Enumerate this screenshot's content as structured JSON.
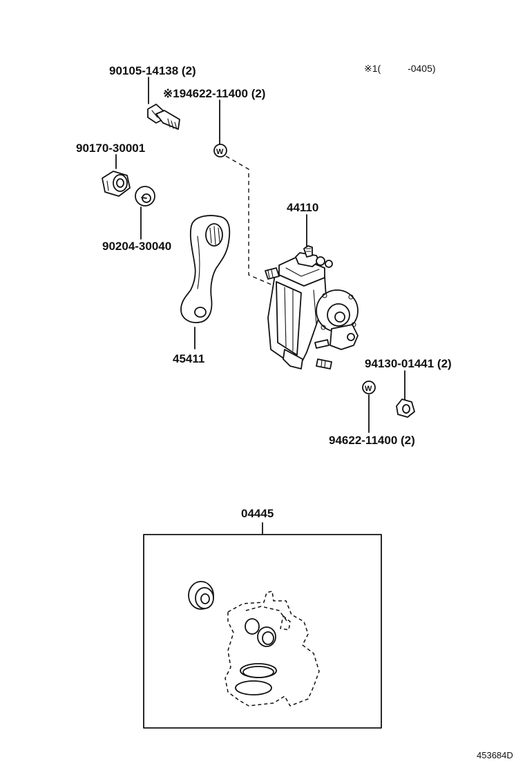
{
  "diagram": {
    "note": "※1(          -0405)",
    "parts": {
      "bolt": "90105-14138 (2)",
      "washer_w_upper": "※194622-11400 (2)",
      "nut": "90170-30001",
      "lock_washer": "90204-30040",
      "gear_housing": "44110",
      "pitman_arm": "45411",
      "nut_right": "94130-01441 (2)",
      "washer_w_lower": "94622-11400 (2)",
      "gasket_kit": "04445"
    },
    "washer_mark": "W",
    "figure_id": "453684D"
  }
}
